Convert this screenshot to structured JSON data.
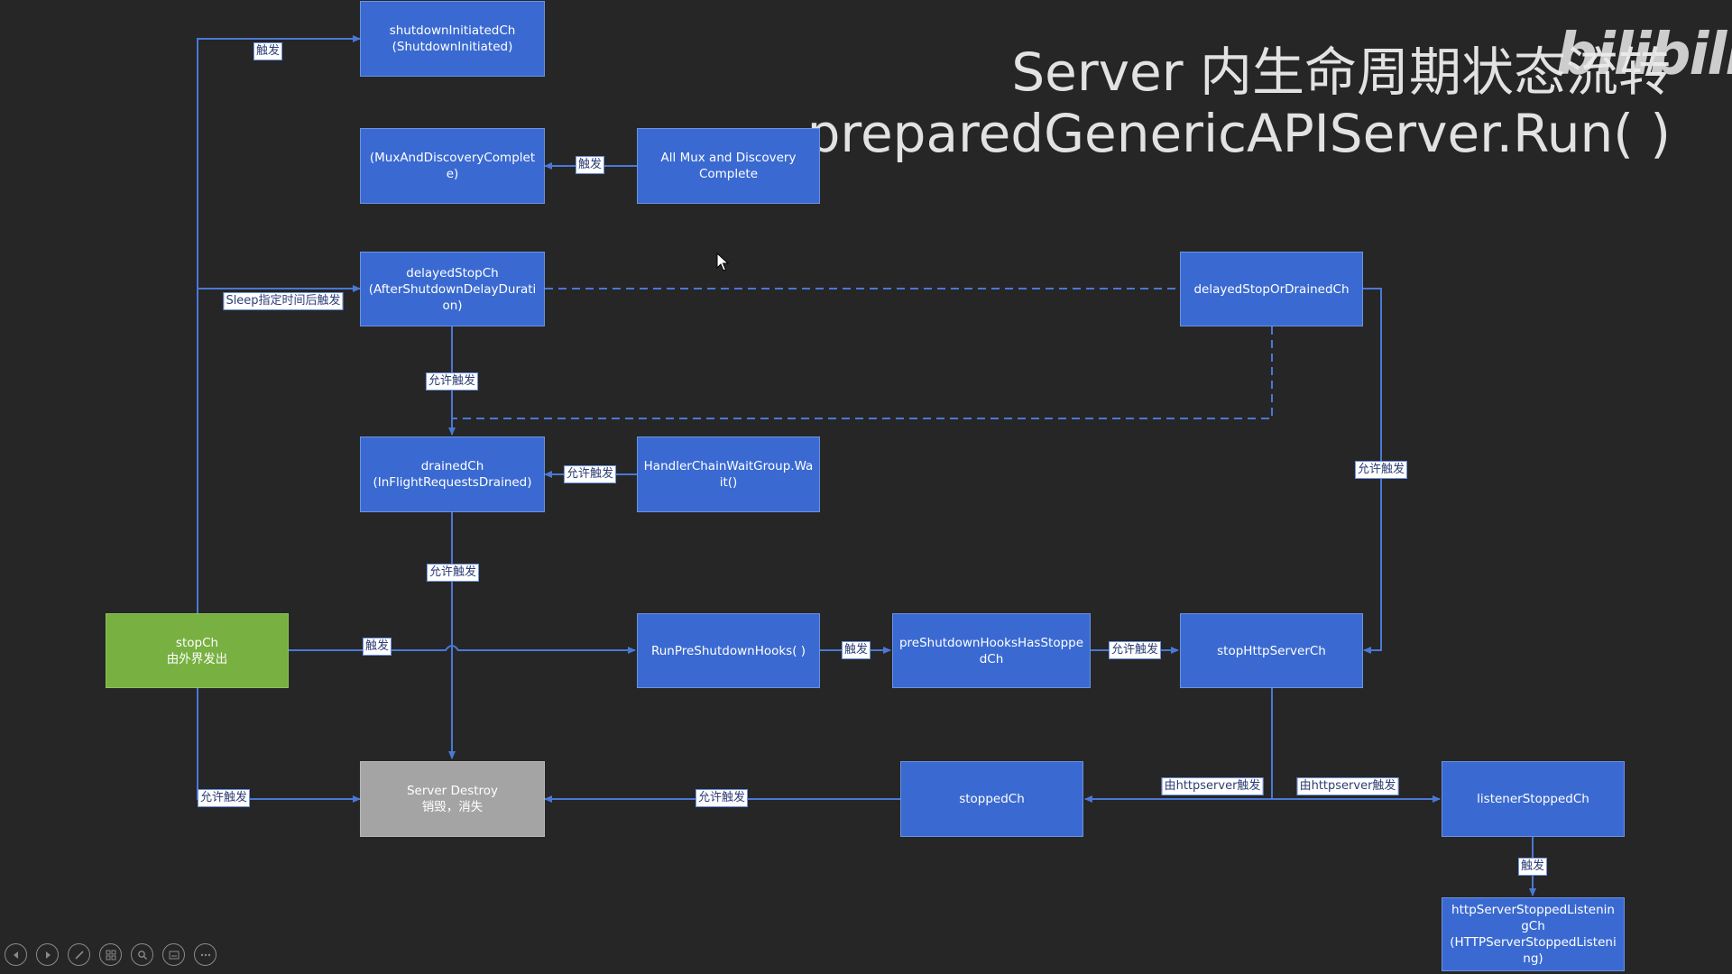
{
  "slide": {
    "title_line1": "Server 内生命周期状态流转",
    "title_line2": "preparedGenericAPIServer.Run( )",
    "watermark": "bilibili"
  },
  "nodes": {
    "shutdownInitiatedCh": {
      "line1": "shutdownInitiatedCh",
      "line2": "(ShutdownInitiated)"
    },
    "muxAndDiscoveryComplete": {
      "line1": "(MuxAndDiscoveryComplete)"
    },
    "allMuxAndDiscovery": {
      "line1": "All Mux and Discovery",
      "line2": "Complete"
    },
    "delayedStopCh": {
      "line1": "delayedStopCh",
      "line2": "(AfterShutdownDelayDuration)"
    },
    "delayedStopOrDrainedCh": {
      "line1": "delayedStopOrDrainedCh"
    },
    "drainedCh": {
      "line1": "drainedCh",
      "line2": "(InFlightRequestsDrained)"
    },
    "handlerChainWaitGroup": {
      "line1": "HandlerChainWaitGroup.Wait()"
    },
    "stopCh": {
      "line1": "stopCh",
      "line2": "由外界发出"
    },
    "runPreShutdownHooks": {
      "line1": "RunPreShutdownHooks( )"
    },
    "preShutdownHooksHasStoppedCh": {
      "line1": "preShutdownHooksHasStoppedCh"
    },
    "stopHttpServerCh": {
      "line1": "stopHttpServerCh"
    },
    "serverDestroy": {
      "line1": "Server Destroy",
      "line2": "销毁，消失"
    },
    "stoppedCh": {
      "line1": "stoppedCh"
    },
    "listenerStoppedCh": {
      "line1": "listenerStoppedCh"
    },
    "httpServerStoppedListeningCh": {
      "line1": "httpServerStoppedListeningCh",
      "line2": "(HTTPServerStoppedListening)"
    }
  },
  "edge_labels": {
    "stop_to_shutdownInitiated": "触发",
    "allMux_to_muxComplete": "触发",
    "stop_to_delayedStop": "Sleep指定时间后触发",
    "delayedStop_to_drained": "允许触发",
    "handlerChain_to_drained": "允许触发",
    "delayedOrDrained_to_stopHttp": "允许触发",
    "drained_to_destroy": "允许触发",
    "stop_to_runHooks": "触发",
    "runHooks_to_hooksStopped": "触发",
    "hooksStopped_to_stopHttp": "允许触发",
    "stop_to_destroy": "允许触发",
    "stopped_to_destroy": "允许触发",
    "http_to_stopped": "由httpserver触发",
    "http_to_listener": "由httpserver触发",
    "listener_to_httpStoppedListening": "触发"
  },
  "colors": {
    "background": "#262626",
    "node_blue": "#3a6ad1",
    "node_green": "#78b041",
    "node_gray": "#a4a4a4",
    "connector": "#4a78d6"
  },
  "player_toolbar": [
    "prev-icon",
    "next-icon",
    "pen-icon",
    "slides-grid-icon",
    "zoom-icon",
    "subtitle-icon",
    "more-icon"
  ]
}
